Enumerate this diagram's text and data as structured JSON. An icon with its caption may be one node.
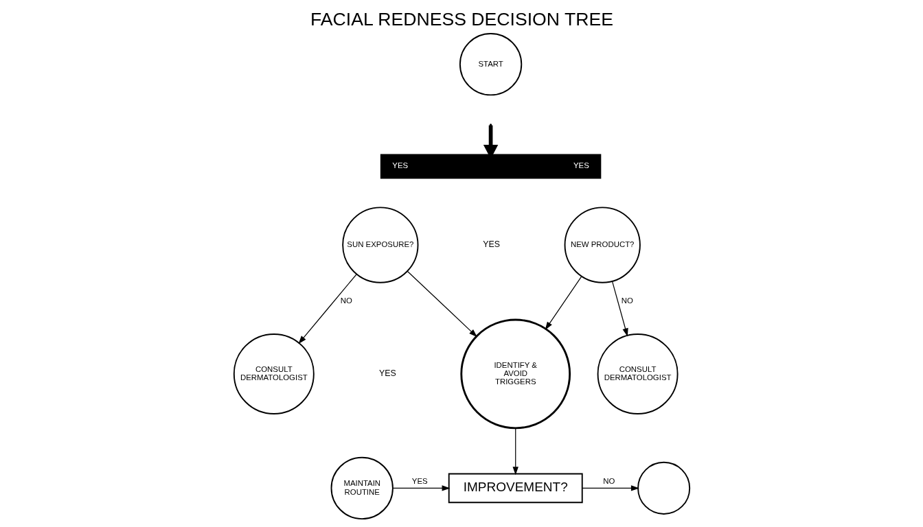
{
  "diagram": {
    "title": "FACIAL REDNESS DECISION TREE",
    "nodes": [
      {
        "text": [
          "START"
        ]
      },
      {
        "text": [
          "YES",
          "YES"
        ]
      },
      {
        "text": [
          "SUN EXPOSURE?"
        ]
      },
      {
        "text": [
          "NEW PRODUCT?"
        ]
      },
      {
        "text": [
          "CONSULT DERMATOLOGIST"
        ]
      },
      {
        "text": [
          "IDENTIFY & AVOID TRIGGERS"
        ]
      },
      {
        "text": [
          "CONSULT DERMATOLOGIST"
        ]
      },
      {
        "text": [
          "MAINTAIN ROUTINE"
        ]
      },
      {
        "text": [
          "IMPROVEMENT?"
        ]
      },
      {
        "text": [],
        "shape": "circle"
      }
    ],
    "edges": [
      {
        "from": null,
        "to": 1,
        "arrow": "to",
        "style": "thick"
      },
      {
        "from": 2,
        "to": 4,
        "arrow": "to",
        "label": "NO"
      },
      {
        "from": 2,
        "to": 5,
        "arrow": "to"
      },
      {
        "from": 3,
        "to": 5,
        "arrow": "to"
      },
      {
        "from": 3,
        "to": 6,
        "arrow": "to",
        "label": "NO"
      },
      {
        "from": 5,
        "to": 8,
        "arrow": "to"
      },
      {
        "from": 7,
        "to": 8,
        "arrow": "to",
        "label": "YES"
      },
      {
        "from": 8,
        "to": 9,
        "arrow": "to",
        "label": "NO"
      }
    ],
    "labels": [
      "YES",
      "YES"
    ]
  }
}
